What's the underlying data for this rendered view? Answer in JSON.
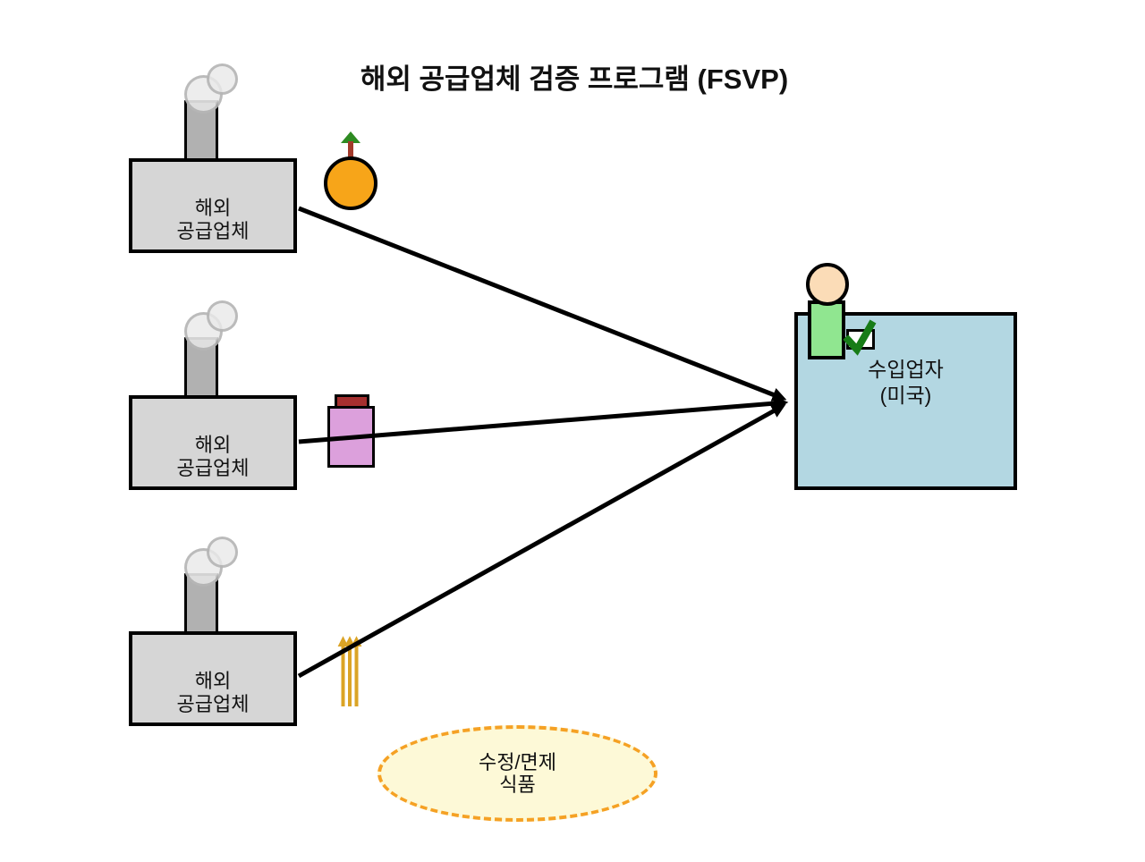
{
  "title": "해외 공급업체 검증 프로그램 (FSVP)",
  "suppliers": [
    {
      "line1": "해외",
      "line2": "공급업체",
      "product_icon": "orange-fruit-icon"
    },
    {
      "line1": "해외",
      "line2": "공급업체",
      "product_icon": "jar-icon"
    },
    {
      "line1": "해외",
      "line2": "공급업체",
      "product_icon": "grain-stalks-icon"
    }
  ],
  "importer": {
    "line1": "수입업자",
    "line2": "(미국)"
  },
  "exempt_foods": {
    "line1": "수정/면제",
    "line2": "식품"
  },
  "connections": [
    {
      "from": "supplier-1",
      "to": "importer-us"
    },
    {
      "from": "supplier-2",
      "to": "importer-us"
    },
    {
      "from": "supplier-3",
      "to": "importer-us"
    }
  ],
  "colors": {
    "factory_fill": "#D6D6D6",
    "chimney_fill": "#B1B1B1",
    "importer_fill": "#B3D7E2",
    "person_head": "#FBDCB7",
    "person_body": "#90E690",
    "checkmark_green": "#177C17",
    "orange_fruit": "#F7A519",
    "orange_leaf": "#2E8B22",
    "jar_body": "#DCA0DC",
    "jar_lid": "#A52F2F",
    "grain_gold": "#DBA426",
    "exempt_fill": "#FDF9D7",
    "exempt_border": "#F5A124",
    "arrow": "#000000"
  }
}
